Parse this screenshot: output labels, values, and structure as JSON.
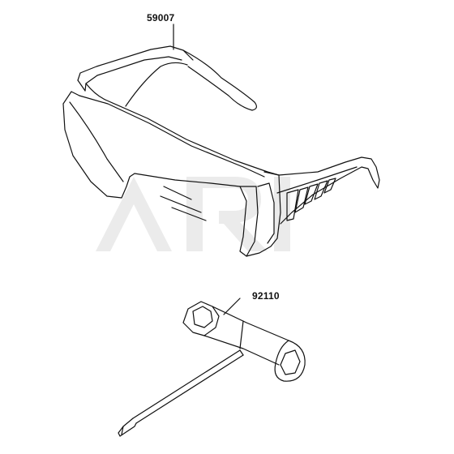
{
  "parts": [
    {
      "id": "safety-glasses",
      "part_number": "59007"
    },
    {
      "id": "spark-plug-wrench",
      "part_number": "92110"
    }
  ],
  "watermark": {
    "text": "ARI",
    "color": "#ebebeb"
  },
  "colors": {
    "line": "#111111",
    "background": "#ffffff"
  }
}
